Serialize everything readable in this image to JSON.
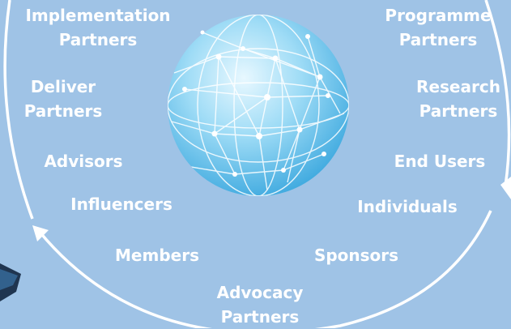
{
  "diagram": {
    "partners": [
      {
        "lines": [
          "Implementation",
          "Partners"
        ]
      },
      {
        "lines": [
          "Programme",
          "Partners"
        ]
      },
      {
        "lines": [
          "Deliver",
          "Partners"
        ]
      },
      {
        "lines": [
          "Research",
          "Partners"
        ]
      },
      {
        "lines": [
          "Advisors"
        ]
      },
      {
        "lines": [
          "End Users"
        ]
      },
      {
        "lines": [
          "Influencers"
        ]
      },
      {
        "lines": [
          "Individuals"
        ]
      },
      {
        "lines": [
          "Members"
        ]
      },
      {
        "lines": [
          "Sponsors"
        ]
      },
      {
        "lines": [
          "Advocacy",
          "Partners"
        ]
      }
    ]
  },
  "colors": {
    "background": "#9fc3e6",
    "ring": "#ffffff",
    "globe_light": "#c6ecfb",
    "globe_dark": "#4bb4e6",
    "dark_shape": "#1f3550"
  },
  "icons": {
    "globe": "network-globe-icon",
    "arrow_left": "arrow-head-icon",
    "arrow_right": "arrow-head-icon"
  }
}
